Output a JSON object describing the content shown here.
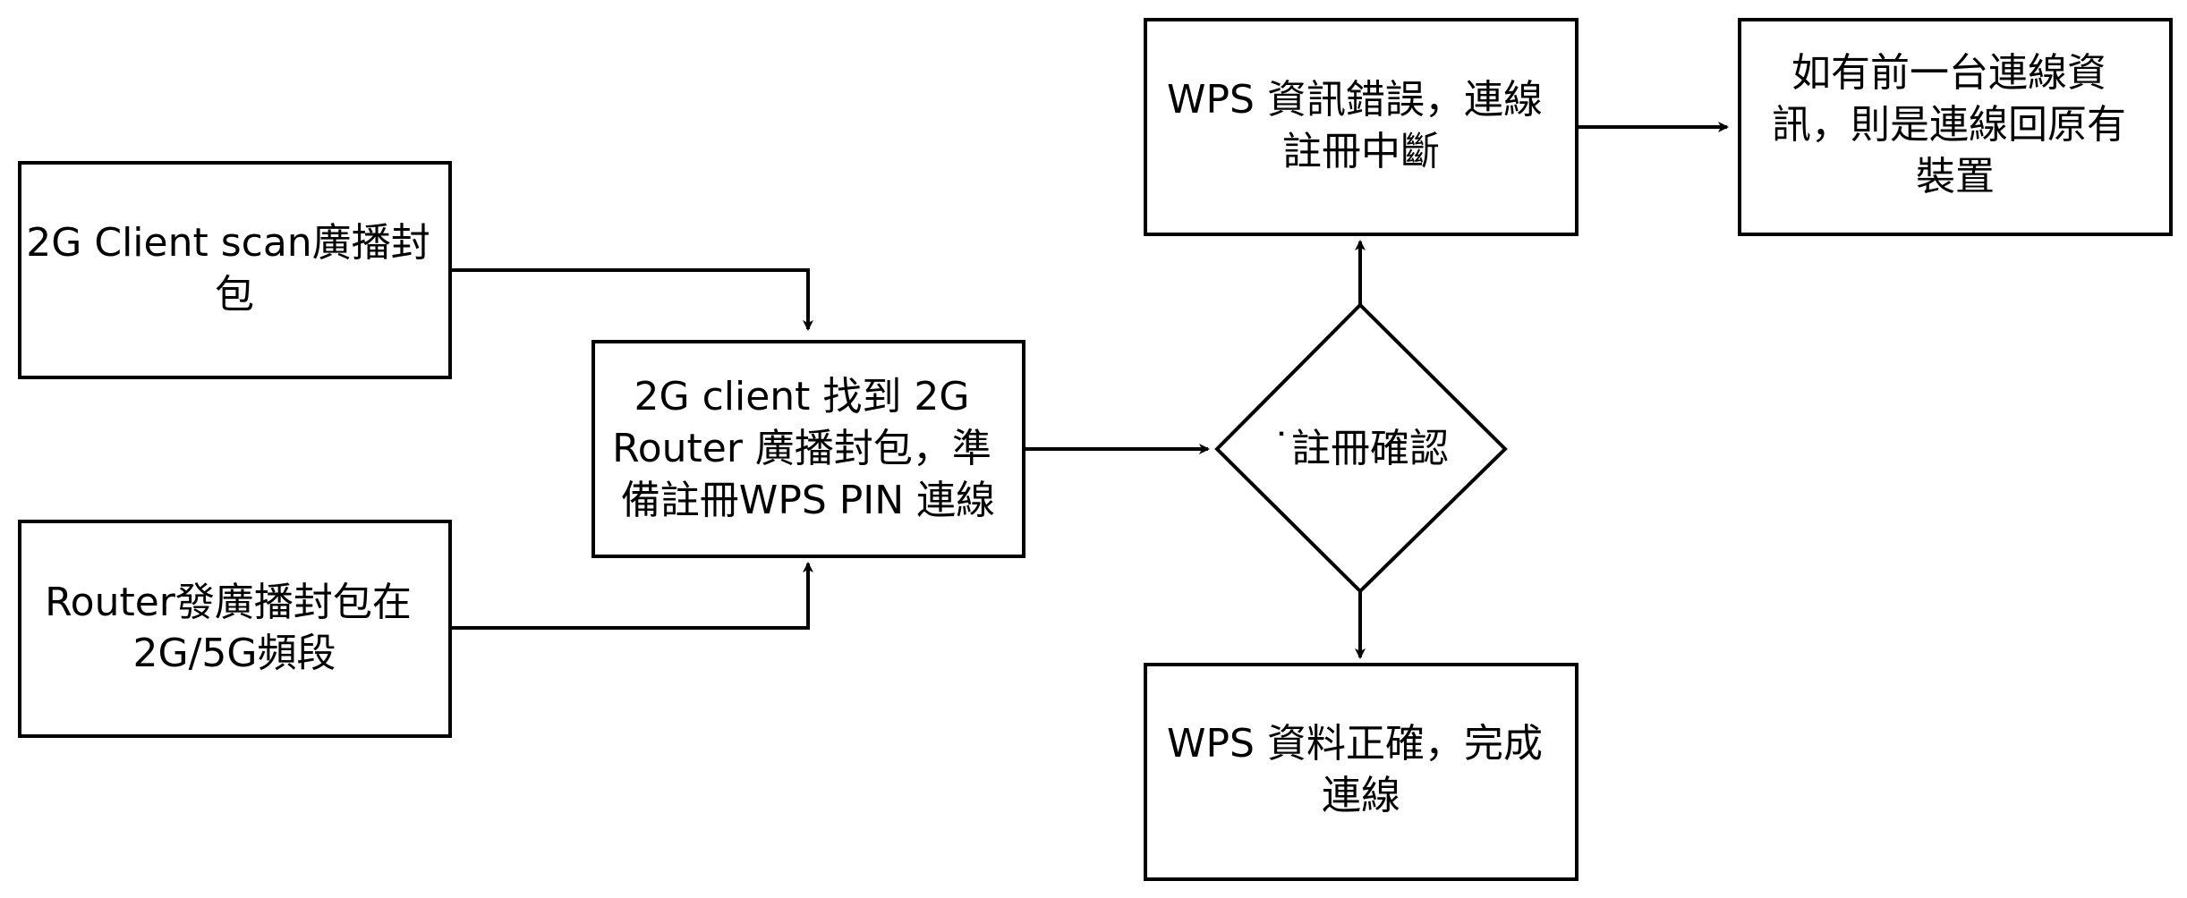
{
  "colors": {
    "stroke": "#000000",
    "fill": "#ffffff",
    "text": "#000000"
  },
  "nodes": {
    "client_scan": {
      "lines": [
        "2G Client scan廣播封",
        "包"
      ]
    },
    "router_broadcast": {
      "lines": [
        "Router發廣播封包在",
        "2G/5G頻段"
      ]
    },
    "client_found": {
      "lines": [
        "2G client 找到 2G",
        "Router 廣播封包，準",
        "備註冊WPS PIN 連線"
      ]
    },
    "confirm": {
      "lines": [
        "˙註冊確認"
      ]
    },
    "wps_error": {
      "lines": [
        "WPS 資訊錯誤，連線",
        "註冊中斷"
      ]
    },
    "previous": {
      "lines": [
        "如有前一台連線資",
        "訊，則是連線回原有",
        "裝置"
      ]
    },
    "wps_ok": {
      "lines": [
        "WPS 資料正確，完成",
        "連線"
      ]
    }
  },
  "edges": [
    {
      "from": "client_scan",
      "to": "client_found"
    },
    {
      "from": "router_broadcast",
      "to": "client_found"
    },
    {
      "from": "client_found",
      "to": "confirm"
    },
    {
      "from": "confirm",
      "to": "wps_error"
    },
    {
      "from": "confirm",
      "to": "wps_ok"
    },
    {
      "from": "wps_error",
      "to": "previous"
    }
  ]
}
